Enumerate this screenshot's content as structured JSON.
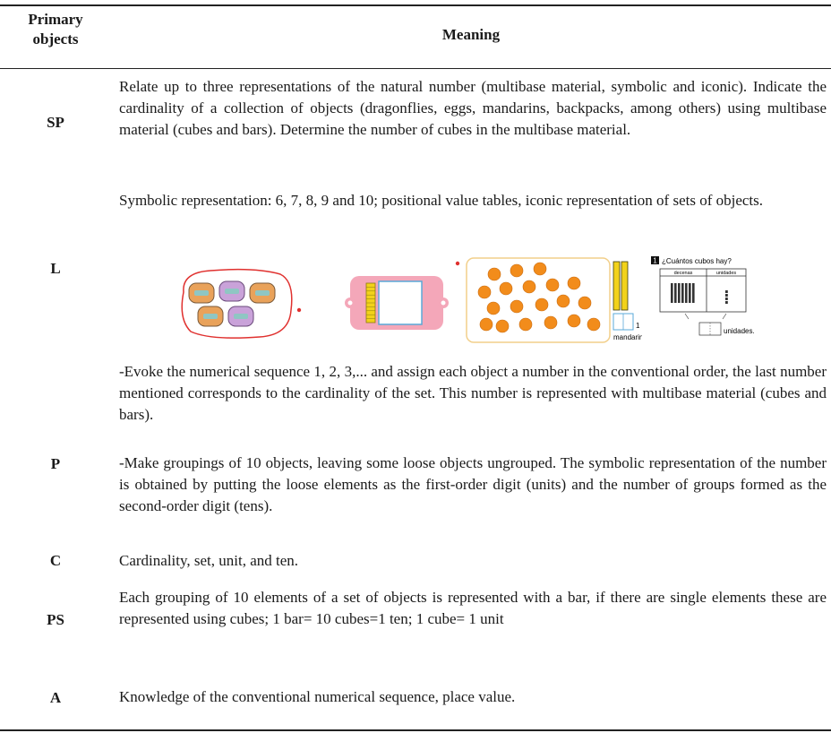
{
  "table": {
    "header": {
      "col1": "Primary objects",
      "col1_line1": "Primary",
      "col1_line2": "objects",
      "col2": "Meaning"
    },
    "rows": [
      {
        "code": "SP",
        "text": "Relate up to three representations of the natural number (multibase material, symbolic and iconic). Indicate the cardinality of a collection of objects (dragonflies, eggs, mandarins, backpacks, among others) using multibase material (cubes and bars). Determine the number of cubes in the multibase material."
      },
      {
        "code": "L",
        "text": "Symbolic representation: 6, 7, 8, 9 and 10; positional value tables, iconic representation of sets of objects.",
        "figures": {
          "count_question": "¿Cuántos cubos hay?",
          "count_question_number": "1",
          "tens_label": "decenas",
          "units_label": "unidades",
          "units_answer_label": "unidades.",
          "mandarins_label": "mandarinas",
          "mandarins_units_value": "1"
        }
      },
      {
        "code": "P",
        "text_1": "-Evoke the numerical sequence 1, 2, 3,... and assign each object a number in the conventional order, the last number mentioned corresponds to the cardinality of the set. This number is represented with multibase material (cubes and bars).",
        "text_2": "-Make groupings of 10 objects, leaving some loose objects ungrouped. The symbolic representation of the number is obtained by putting the loose elements as the first-order digit (units) and the number of groups formed as the second-order digit (tens)."
      },
      {
        "code": "C",
        "text": "Cardinality, set, unit, and ten."
      },
      {
        "code": "PS",
        "text": "Each grouping of 10 elements of a set of objects is represented with a bar, if there are single elements these are represented using cubes; 1 bar= 10 cubes=1 ten; 1 cube= 1 unit"
      },
      {
        "code": "A",
        "text": "Knowledge of the conventional numerical sequence, place value."
      }
    ]
  },
  "colors": {
    "rule": "#222222",
    "text": "#1a1a1a",
    "pink_board": "#f4a7b9",
    "orange": "#f28c1b",
    "cube_yellow": "#f2d21a",
    "red_dot": "#e0312f"
  }
}
